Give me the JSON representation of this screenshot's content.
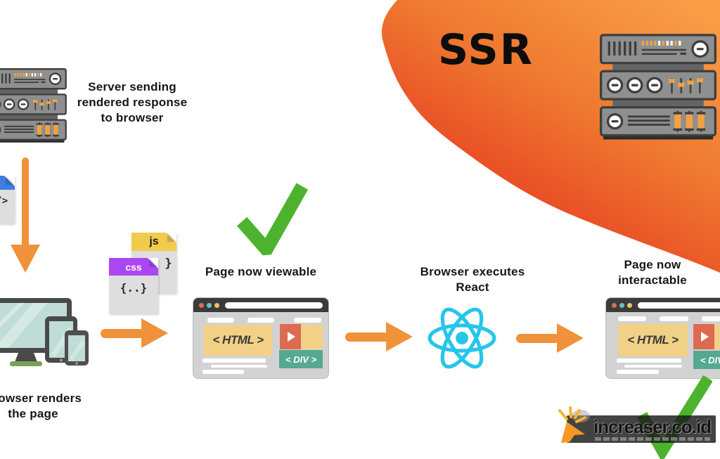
{
  "heading": {
    "title": "SSR"
  },
  "labels": {
    "server_sending": {
      "line1": "Server sending",
      "line2": "rendered response",
      "line3": "to browser"
    },
    "page_viewable": "Page now viewable",
    "browser_executes": {
      "line1": "Browser executes",
      "line2": "React"
    },
    "page_interactable": {
      "line1": "Page now",
      "line2": "interactable"
    },
    "browser_renders": {
      "line1": "Browser renders",
      "line2": "the page"
    }
  },
  "file_icons": {
    "js": {
      "tab": "js",
      "body": "{ ; }"
    },
    "css": {
      "tab": "css",
      "body": "{..}"
    },
    "html_doc": {
      "body": "</>"
    }
  },
  "browser_window": {
    "html_label": "< HTML >",
    "div_label": "< DIV >"
  },
  "watermark": {
    "text": "increaser.co.id"
  },
  "colors": {
    "accent_orange": "#EF9239",
    "check_green": "#4DB32E",
    "react_cyan": "#26C6E9",
    "blob_orange": "#F89C46",
    "blob_red": "#E4311D",
    "panel_yellow": "#F2D186",
    "panel_red": "#DC6B51",
    "panel_teal": "#56A991",
    "js_yellow": "#F0CB4C",
    "css_purple": "#AB47F2",
    "doc_blue": "#3E7EDE",
    "chrome_dark": "#3B3B3B",
    "window_gray": "#D2D2D2",
    "dot_red": "#D9704F",
    "dot_teal": "#6FC0BD",
    "dot_yellow": "#ECC366",
    "server_gray": "#8F8F8F",
    "server_dark": "#3E3E3E",
    "text_black": "#161616"
  }
}
